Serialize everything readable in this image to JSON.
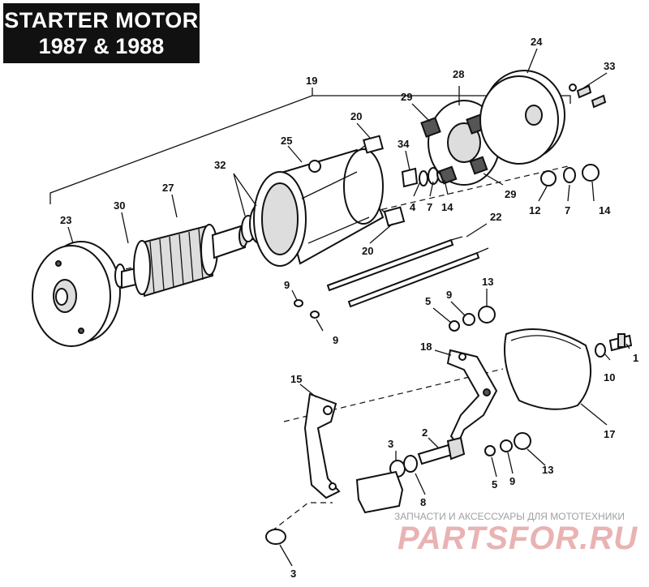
{
  "title": {
    "line1": "STARTER MOTOR",
    "line2": "1987 & 1988"
  },
  "callouts": {
    "c19": "19",
    "c20a": "20",
    "c20b": "20",
    "c25": "25",
    "c29a": "29",
    "c28": "28",
    "c24": "24",
    "c33": "33",
    "c34": "34",
    "c4": "4",
    "c7a": "7",
    "c14a": "14",
    "c29b": "29",
    "c12": "12",
    "c7b": "7",
    "c14b": "14",
    "c32": "32",
    "c27": "27",
    "c30": "30",
    "c23": "23",
    "c22": "22",
    "c9a": "9",
    "c9b": "9",
    "c5a": "5",
    "c9c": "9",
    "c13a": "13",
    "c18": "18",
    "c1": "1",
    "c10": "10",
    "c17": "17",
    "c15": "15",
    "c2": "2",
    "c3a": "3",
    "c8": "8",
    "c5b": "5",
    "c9d": "9",
    "c13b": "13",
    "c3b": "3"
  },
  "watermark": {
    "line1": "ЗАПЧАСТИ И АКСЕССУАРЫ ДЛЯ МОТОТЕХНИКИ",
    "line2": "PARTSFOR.RU",
    "color": "#e9b3b3"
  }
}
